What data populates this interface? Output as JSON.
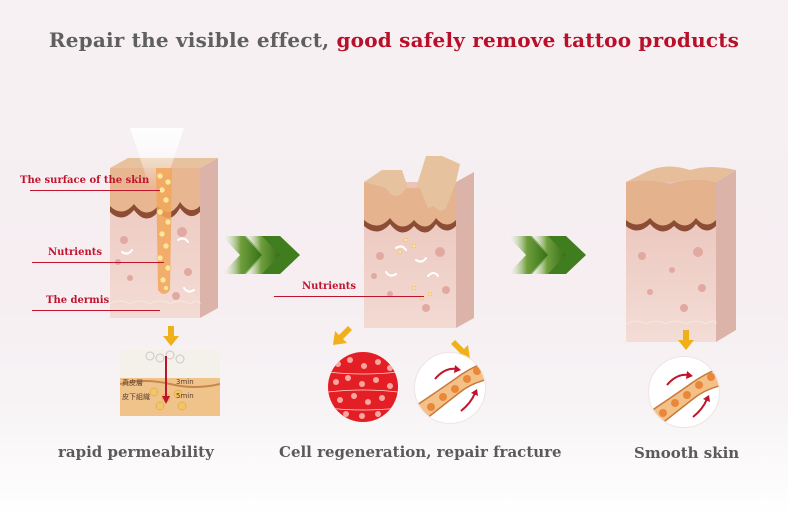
{
  "headline": {
    "part1": "Repair the visible effect, ",
    "part2": "good safely remove tattoo products"
  },
  "labels": {
    "surface": "The surface of the skin",
    "nutrients_left": "Nutrients",
    "dermis": "The dermis",
    "nutrients_middle": "Nutrients"
  },
  "inset": {
    "row1_text": "真皮層",
    "row1_time": "3min",
    "row2_text": "皮下組織",
    "row2_time": "5min"
  },
  "captions": {
    "step1": "rapid permeability",
    "step2": "Cell regeneration, repair fracture",
    "step3": "Smooth skin"
  },
  "colors": {
    "accent_red": "#c0142d",
    "headline_red": "#b8102a",
    "headline_gray": "#5f5f5f",
    "chevron_green": "#3f7d1e",
    "arrow_yellow": "#f0b019"
  }
}
